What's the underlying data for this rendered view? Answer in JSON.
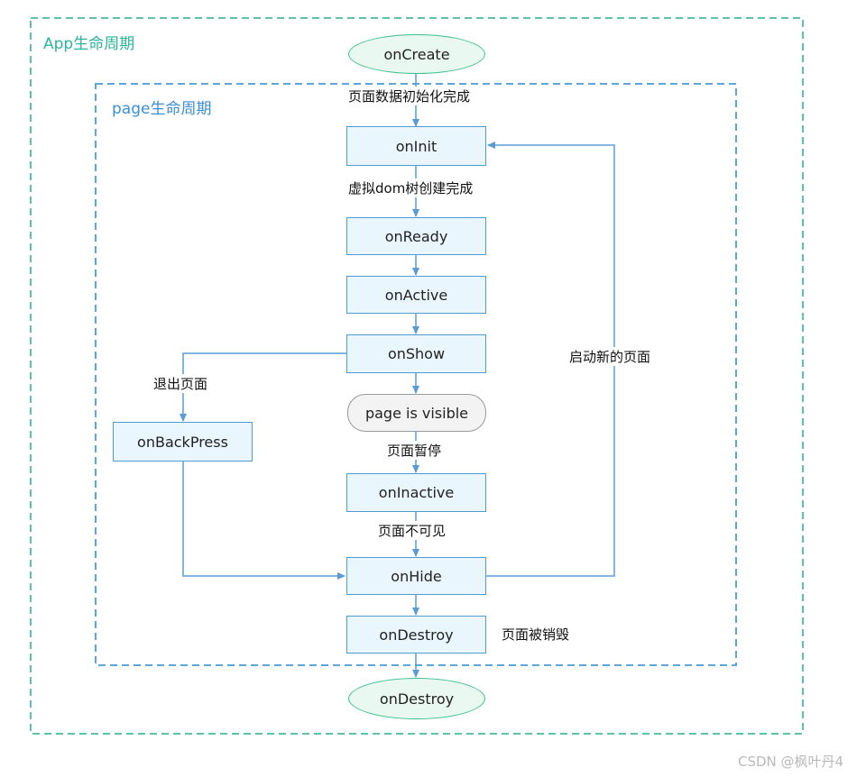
{
  "groups": {
    "app": {
      "label": "App生命周期"
    },
    "page": {
      "label": "page生命周期"
    }
  },
  "nodes": {
    "app_create": "onCreate",
    "on_init": "onInit",
    "on_ready": "onReady",
    "on_active": "onActive",
    "on_show": "onShow",
    "page_visible": "page is visible",
    "on_back_press": "onBackPress",
    "on_inactive": "onInactive",
    "on_hide": "onHide",
    "on_destroy_page": "onDestroy",
    "app_destroy": "onDestroy"
  },
  "edge_labels": {
    "data_init_done": "页面数据初始化完成",
    "vdom_done": "虚拟dom树创建完成",
    "exit_page": "退出页面",
    "pause": "页面暂停",
    "invisible": "页面不可见",
    "start_new_page": "启动新的页面",
    "destroyed": "页面被销毁"
  },
  "colors": {
    "app_border": "#5cc2aa",
    "page_border": "#5aa7dc",
    "arrow": "#5b9bd5"
  },
  "watermark": "CSDN @枫叶丹4"
}
